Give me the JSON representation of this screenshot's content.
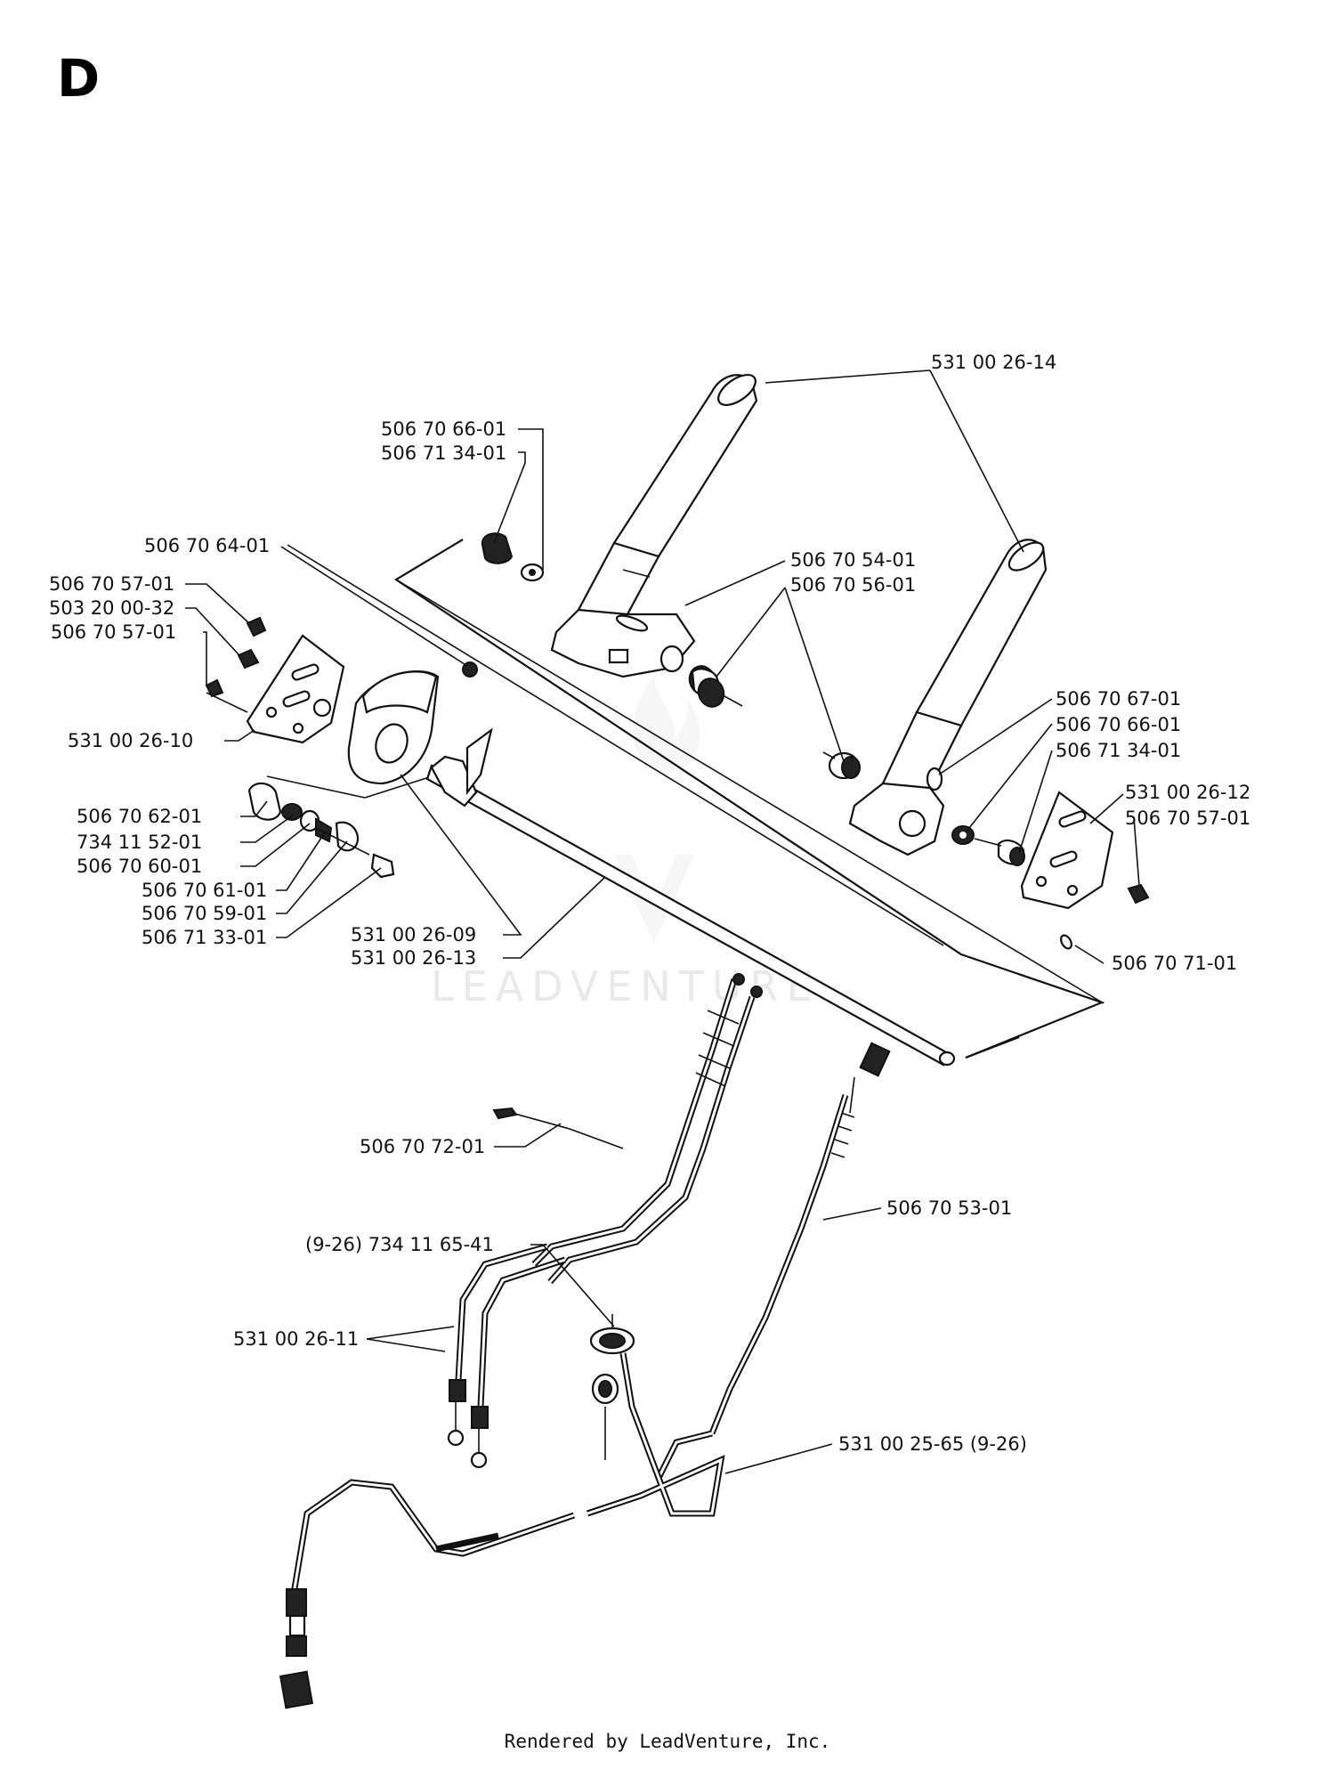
{
  "section": {
    "letter": "D"
  },
  "footer": {
    "text": "Rendered by LeadVenture, Inc."
  },
  "watermark": {
    "text": "LEADVENTURE"
  },
  "callouts": {
    "handle_grip": "531 00 26-14",
    "knob_a": "506 70 66-01",
    "washer_a": "506 71 34-01",
    "screw_64": "506 70 64-01",
    "nut_left_top": "506 70 57-01",
    "screw_32": "503 20 00-32",
    "nut_left_mid": "506 70 57-01",
    "bracket_left": "531 00 26-10",
    "bracket_54": "506 70 54-01",
    "bushing_56": "506 70 56-01",
    "knob_67": "506 70 67-01",
    "knob_b": "506 70 66-01",
    "washer_b": "506 71 34-01",
    "bracket_right": "531 00 26-12",
    "nut_right": "506 70 57-01",
    "spacer_62": "506 70 62-01",
    "ring_52": "734 11 52-01",
    "bushing_60": "506 70 60-01",
    "spring_61": "506 70 61-01",
    "washer_59": "506 70 59-01",
    "pin_33": "506 71 33-01",
    "cover_09": "531 00 26-09",
    "shaft_13": "531 00 26-13",
    "pin_71": "506 70 71-01",
    "clip_72": "506 70 72-01",
    "cable_53": "506 70 53-01",
    "grommet_41": "(9-26) 734 11 65-41",
    "cables_11": "531 00 26-11",
    "cable_65": "531 00 25-65 (9-26)"
  }
}
